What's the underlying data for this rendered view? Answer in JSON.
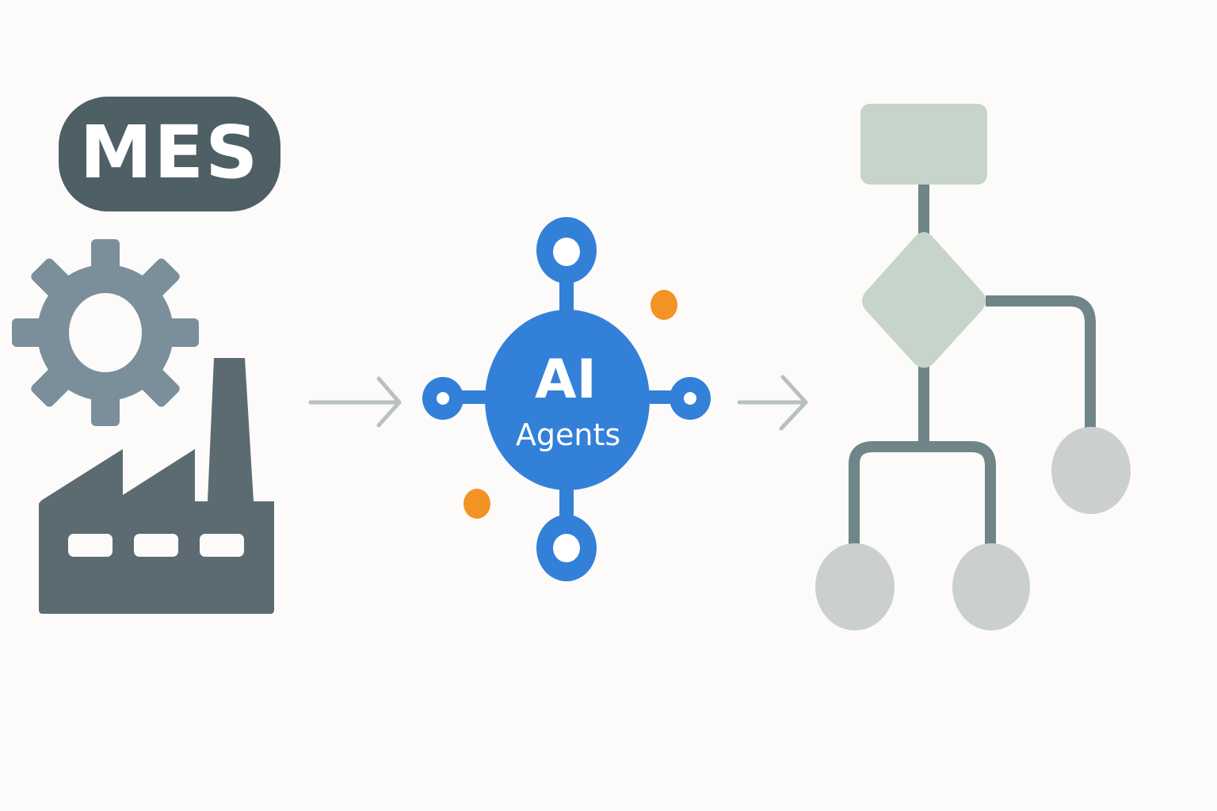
{
  "mes_badge": {
    "label": "MES"
  },
  "ai_hub": {
    "line1": "AI",
    "line2": "Agents"
  },
  "colors": {
    "background": "#fcfbf9",
    "badge": "#4f5f66",
    "gear": "#7b8f9b",
    "factory": "#5c6b72",
    "arrow": "#b8c0c0",
    "hub": "#3380d9",
    "accent": "#f39325",
    "flow_box": "#c6d4cc",
    "flow_line": "#6f8588",
    "flow_node": "#cbd0cf"
  },
  "icons": [
    "gear-icon",
    "factory-icon",
    "arrow-right-icon",
    "network-node-icon",
    "flowchart-icon"
  ]
}
